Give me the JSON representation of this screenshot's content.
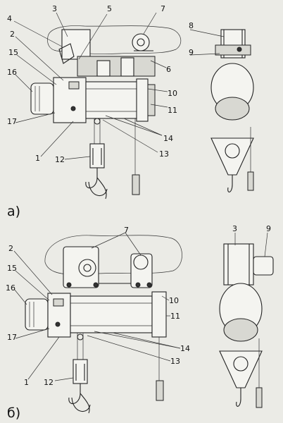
{
  "figure_a": {
    "caption": "а)",
    "labels": [
      "4",
      "3",
      "5",
      "7",
      "8",
      "2",
      "15",
      "9",
      "6",
      "16",
      "10",
      "11",
      "17",
      "14",
      "1",
      "12",
      "13"
    ]
  },
  "figure_b": {
    "caption": "б)",
    "labels": [
      "7",
      "3",
      "9",
      "2",
      "15",
      "16",
      "10",
      "11",
      "17",
      "14",
      "13",
      "1",
      "12"
    ]
  },
  "colors": {
    "background": "#ebebe6",
    "ink": "#222222"
  }
}
